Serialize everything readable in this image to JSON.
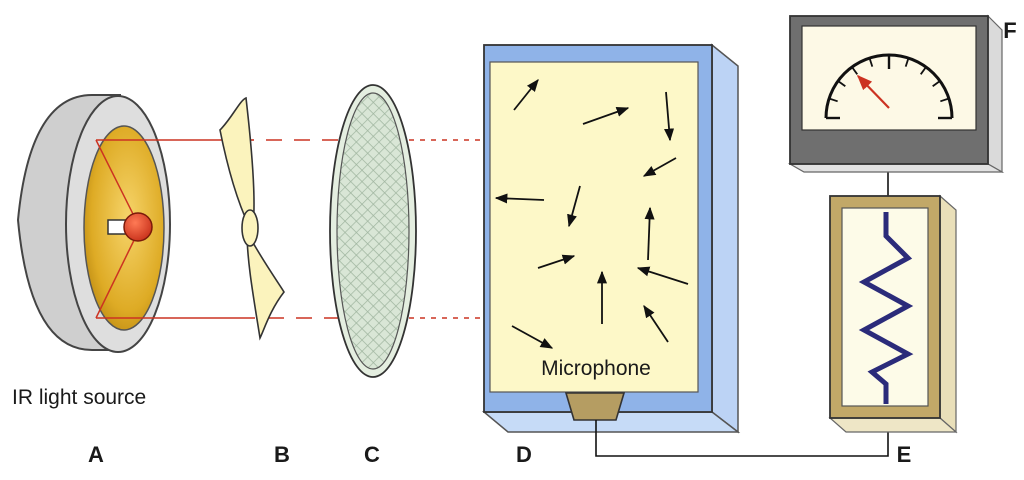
{
  "labels": {
    "ir_source": "IR light source",
    "microphone": "Microphone"
  },
  "letters": {
    "a": "A",
    "b": "B",
    "c": "C",
    "d": "D",
    "e": "E",
    "f": "F"
  },
  "colors": {
    "beam": "#cc3322",
    "lamp_gold": "#d9a21c",
    "lamp_rim": "#d6d6d6",
    "chamber_fill": "#fdf8c8",
    "chamber_frame": "#8fb3e8",
    "filter_grid": "#a8bfa8",
    "meter_body": "#6f6f6f",
    "resistor_frame": "#b8a060",
    "resistor_wire": "#2b2b7a",
    "needle": "#cc3322"
  },
  "icons": {
    "lamp": "ir-lamp-icon",
    "chopper": "chopper-blade-icon",
    "filter": "filter-disc-icon",
    "microphone": "microphone-icon",
    "meter": "meter-icon",
    "resistor": "resistor-icon"
  }
}
